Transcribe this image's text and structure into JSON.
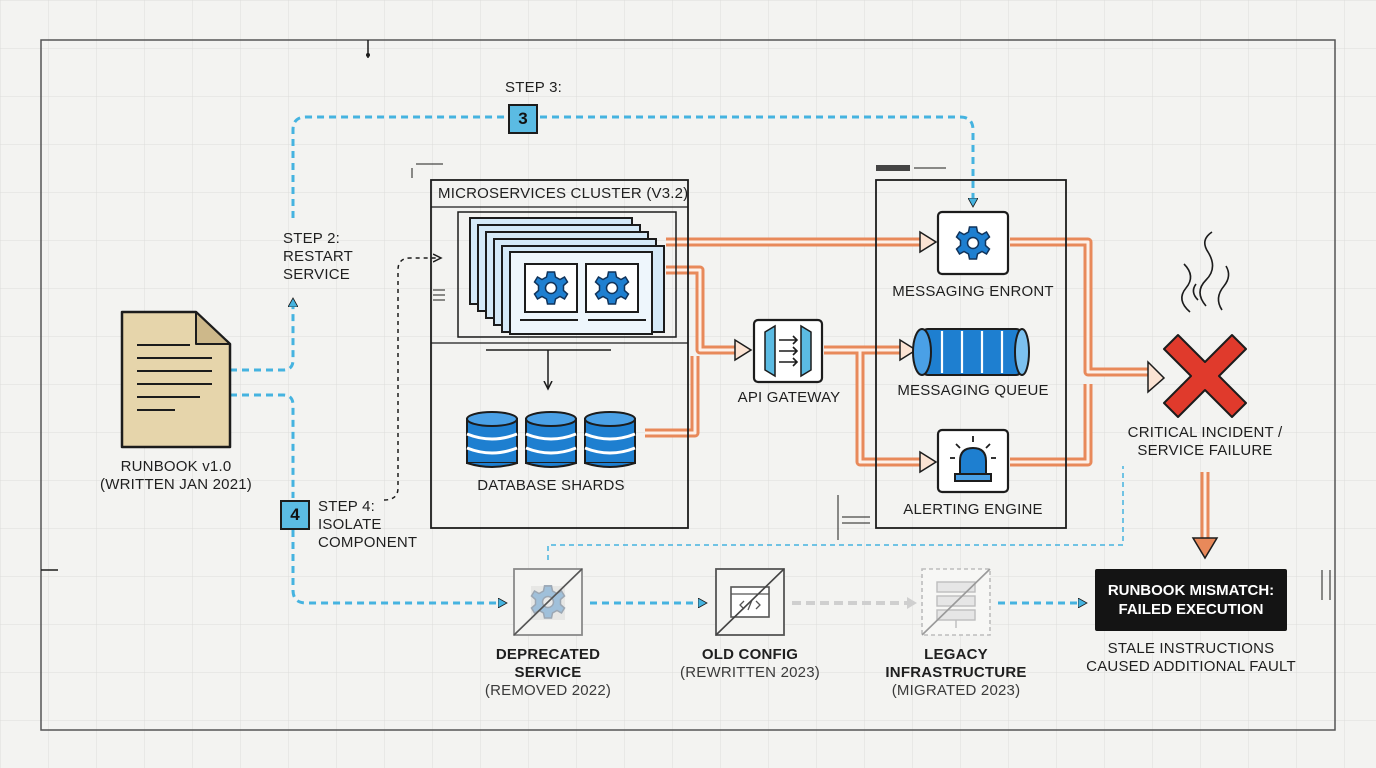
{
  "runbook": {
    "title": "RUNBOOK v1.0",
    "subtitle": "(WRITTEN JAN 2021)"
  },
  "steps": {
    "step2": {
      "line1": "STEP 2:",
      "line2": "RESTART",
      "line3": "SERVICE"
    },
    "step3": {
      "label": "STEP 3:",
      "number": "3"
    },
    "step4": {
      "line1": "STEP 4:",
      "line2": "ISOLATE",
      "line3": "COMPONENT",
      "number": "4"
    }
  },
  "cluster": {
    "title": "MICROSERVICES CLUSTER (V3.2)",
    "db_label": "DATABASE SHARDS"
  },
  "gateway": {
    "label": "API GATEWAY"
  },
  "services": {
    "messaging_engine": "MESSAGING ENRONT",
    "messaging_queue": "MESSAGING QUEUE",
    "alerting_engine": "ALERTING ENGINE"
  },
  "incident": {
    "line1": "CRITICAL INCIDENT /",
    "line2": "SERVICE FAILURE"
  },
  "deprecated": {
    "line1": "DEPRECATED",
    "line2": "SERVICE",
    "line3": "(REMOVED 2022)"
  },
  "old_config": {
    "line1": "OLD CONFIG",
    "line2": "(REWRITTEN 2023)"
  },
  "legacy": {
    "line1": "LEGACY",
    "line2": "INFRASTRUCTURE",
    "line3": "(MIGRATED 2023)"
  },
  "mismatch": {
    "line1": "RUNBOOK MISMATCH:",
    "line2": "FAILED EXECUTION"
  },
  "stale": {
    "line1": "STALE INSTRUCTIONS",
    "line2": "CAUSED ADDITIONAL FAULT"
  },
  "colors": {
    "blue_path": "#45b3e0",
    "orange_path": "#e8895a",
    "gear_blue": "#1e7fd0",
    "failure_red": "#e03a2c",
    "ink": "#1c1c1c"
  }
}
